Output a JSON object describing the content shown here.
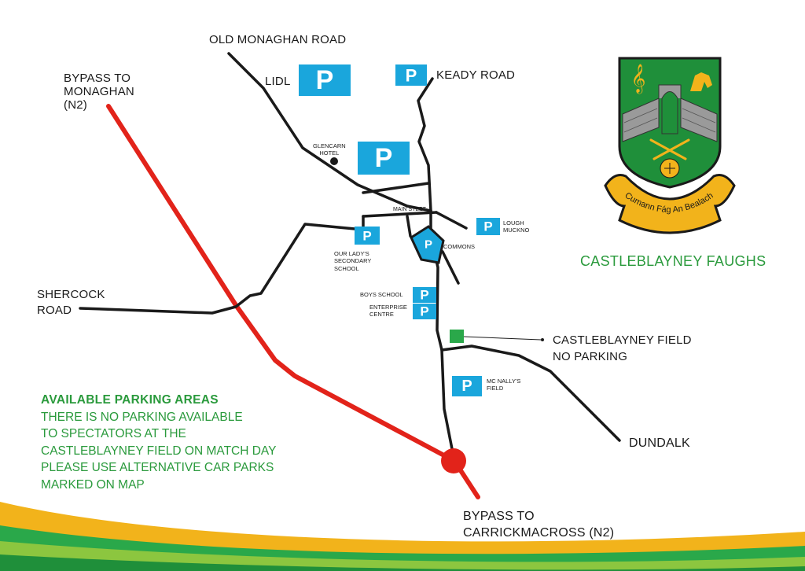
{
  "map": {
    "labels": {
      "old_monaghan_road": "OLD MONAGHAN ROAD",
      "lidl": "LIDL",
      "keady_road": "KEADY ROAD",
      "bypass_to_monaghan": "BYPASS TO\nMONAGHAN\n(N2)",
      "glencarn_hotel": "GLENCARN\nHOTEL",
      "main_street": "MAIN STEET",
      "lough_muckno": "LOUGH\nMUCKNO",
      "commons": "COMMONS",
      "our_ladys_school": "OUR LADY'S\nSECONDARY\nSCHOOL",
      "shercock_road": "SHERCOCK\nROAD",
      "boys_school": "BOYS SCHOOL",
      "enterprise_centre": "ENTERPRISE\nCENTRE",
      "castleblayney_field": "CASTLEBLAYNEY FIELD\nNO PARKING",
      "mc_nallys_field": "MC NALLY'S\nFIELD",
      "dundalk": "DUNDALK",
      "bypass_to_carrickmacross": "BYPASS TO\nCARRICKMACROSS (N2)"
    },
    "parking_symbol": "P",
    "colors": {
      "parking": "#1aa6dc",
      "bypass": "#e2231a",
      "road": "#1a1a1a",
      "field_marker": "#2aa84a",
      "heading_green": "#2a9a3c"
    }
  },
  "notice": {
    "heading": "AVAILABLE PARKING AREAS",
    "lines": [
      "THERE IS NO PARKING AVAILABLE",
      "TO SPECTATORS AT THE",
      "CASTLEBLAYNEY FIELD ON MATCH DAY",
      "PLEASE USE ALTERNATIVE CAR PARKS",
      "MARKED ON MAP"
    ]
  },
  "club": {
    "name": "CASTLEBLAYNEY FAUGHS",
    "crest_motto": "Cumann Fág An Bealach",
    "crest_icons": [
      "treble-clef-icon",
      "horse-icon",
      "hurleys-icon",
      "football-icon"
    ],
    "colors": {
      "green": "#1f8f3a",
      "gold": "#f2b31b",
      "black": "#1a1a1a"
    }
  }
}
